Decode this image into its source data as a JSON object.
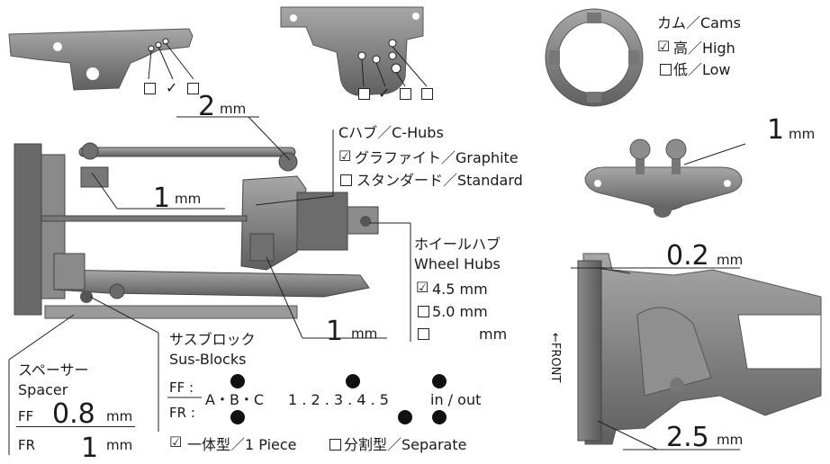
{
  "cams": {
    "title": "カム／Cams",
    "high": "高／High",
    "low": "低／Low",
    "high_checked": true
  },
  "mm": "mm",
  "top_left_boxes": {
    "checked_index": 1
  },
  "top_mid_boxes": {
    "checked_index": 1
  },
  "upper_link_value": "2",
  "lower_link_value": "1",
  "bottom_link_value": "1",
  "right_ball_value": "1",
  "c_hubs": {
    "title": "Cハブ／C-Hubs",
    "graphite": "グラファイト／Graphite",
    "standard": "スタンダード／Standard",
    "graphite_checked": true
  },
  "wheel_hubs": {
    "title_jp": "ホイールハブ",
    "title_en": "Wheel Hubs",
    "opt1": "4.5 mm",
    "opt2": "5.0 mm",
    "opt3": "mm",
    "opt1_checked": true
  },
  "front_label": "←FRONT",
  "arm_top_value": "0.2",
  "arm_bottom_value": "2.5",
  "spacer": {
    "title_jp": "スペーサー",
    "title_en": "Spacer",
    "ff_label": "FF",
    "ff_value": "0.8",
    "fr_label": "FR",
    "fr_value": "1"
  },
  "sus_blocks": {
    "title_jp": "サスブロック",
    "title_en": "Sus-Blocks",
    "ff_label": "FF :",
    "fr_label": "FR :",
    "letters": "A・B・C",
    "numbers": "1 . 2 . 3 . 4 . 5",
    "inout": "in / out",
    "one_piece": "一体型／1 Piece",
    "separate": "分割型／Separate",
    "one_piece_checked": true
  },
  "colors": {
    "part": "#7a7a7a",
    "part_light": "#9a9a9a",
    "part_dark": "#4a4a4a",
    "ink": "#1a1a1a"
  }
}
